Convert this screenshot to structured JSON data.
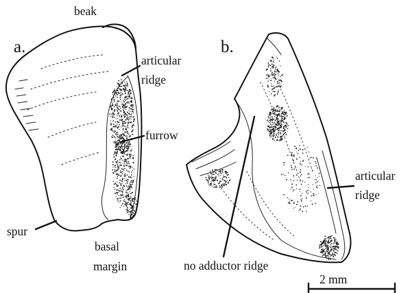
{
  "panel_a": {
    "panel_label": "a.",
    "labels": {
      "beak": "beak",
      "articular_line1": "articular",
      "articular_line2": "ridge",
      "furrow": "furrow",
      "spur": "spur",
      "basal_line1": "basal",
      "basal_line2": "margin"
    }
  },
  "panel_b": {
    "panel_label": "b.",
    "labels": {
      "articular_line1": "articular",
      "articular_line2": "ridge",
      "no_adductor": "no adductor ridge"
    }
  },
  "scale_bar": {
    "label": "2 mm"
  }
}
